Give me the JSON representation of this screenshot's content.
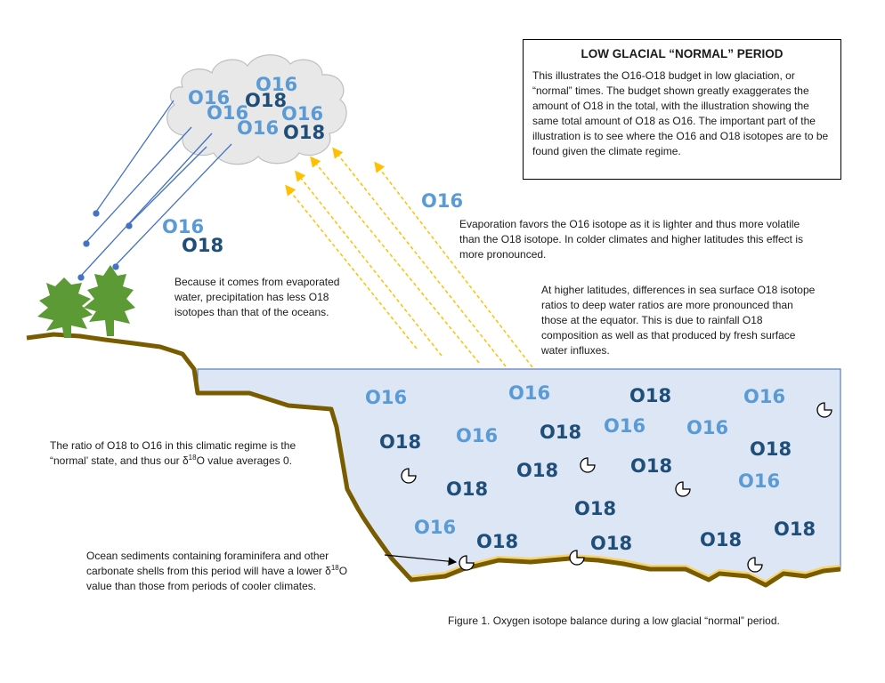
{
  "box": {
    "title": "LOW GLACIAL “NORMAL” PERIOD",
    "body": "This illustrates the O16-O18 budget in low glaciation, or “normal” times. The budget shown greatly exaggerates the amount of O18 in the total, with the illustration showing the same total amount of O18 as O16. The important part of the illustration is to see where the O16 and O18 isotopes are to be found given the climate regime."
  },
  "notes": {
    "evaporation": "Evaporation favors the O16 isotope as it is lighter and thus more volatile than the O18 isotope. In colder climates and higher latitudes this effect is more pronounced.",
    "latitudes": "At higher latitudes, differences in sea surface O18 isotope ratios to deep water ratios are more pronounced than those at the equator. This is due to rainfall O18 composition as well as that produced by fresh surface water influxes.",
    "precipitation": "Because it comes from evaporated water, precipitation has less O18 isotopes than that of the oceans.",
    "ratio_a": "The ratio of O18 to O16 in this climatic regime is the “normal’ state, and thus our δ",
    "ratio_sup": "18",
    "ratio_b": "O value averages 0.",
    "sediments_a": "Ocean sediments containing foraminifera and other carbonate shells from this period will have a lower δ",
    "sediments_sup": "18",
    "sediments_b": "O value than those from periods of cooler climates."
  },
  "caption": "Figure 1. Oxygen isotope balance during a low glacial “normal” period.",
  "labels": {
    "o16": "O16",
    "o18": "O18"
  },
  "colors": {
    "o16": "#5b9bd5",
    "o18": "#1f4e79",
    "ocean": "#dde6f5",
    "ground": "#7a5c00",
    "sediment": "#f7d36b",
    "tree": "#5b9a34",
    "evaporation_arrows": "#ffc000",
    "rain": "#4472c4",
    "cloud": "#e8e8e8"
  }
}
